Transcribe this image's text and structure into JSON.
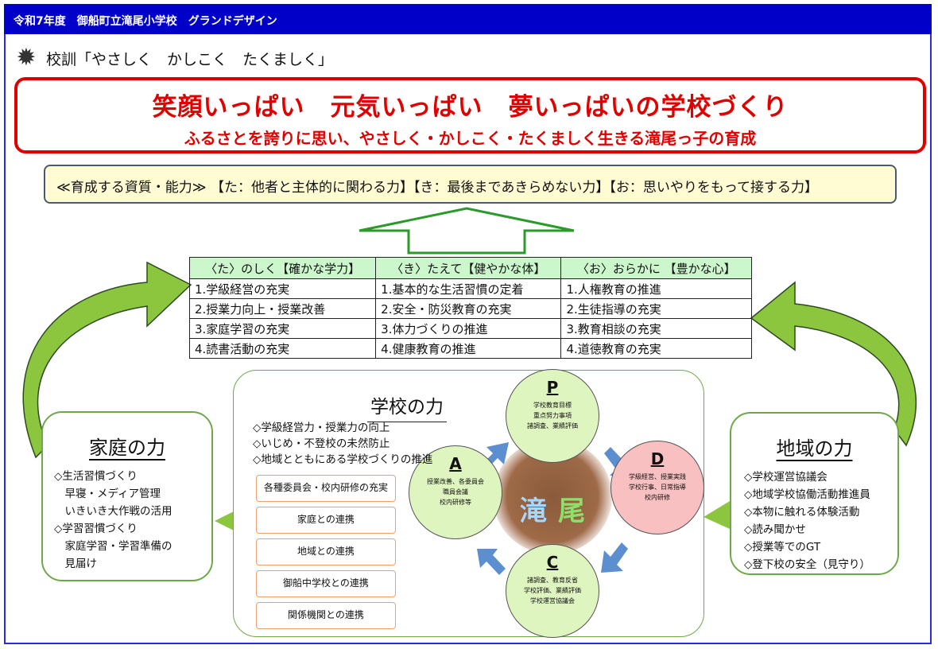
{
  "header": {
    "title": "令和7年度　御船町立滝尾小学校　グランドデザイン"
  },
  "motto": {
    "icon": "school-emblem",
    "text": "校訓「やさしく　かしこく　たくましく」"
  },
  "vision": {
    "title": "笑顔いっぱい　元気いっぱい　夢いっぱいの学校づくり",
    "subtitle": "ふるさとを誇りに思い、やさしく・かしこく・たくましく生きる滝尾っ子の育成"
  },
  "qualities": "≪育成する資質・能力≫ 【た：他者と主体的に関わる力】【き：最後まであきらめない力】【お：思いやりをもって接する力】",
  "table": {
    "headers": [
      "〈た〉のしく【確かな学力】",
      "〈き〉たえて【健やかな体】",
      "〈お〉おらかに 【豊かな心】"
    ],
    "rows": [
      [
        "1.学級経営の充実",
        "1.基本的な生活習慣の定着",
        "1.人権教育の推進"
      ],
      [
        "2.授業力向上・授業改善",
        "2.安全・防災教育の充実",
        "2.生徒指導の充実"
      ],
      [
        "3.家庭学習の充実",
        "3.体力づくりの推進",
        "3.教育相談の充実"
      ],
      [
        "4.読書活動の充実",
        "4.健康教育の推進",
        "4.道徳教育の充実"
      ]
    ]
  },
  "home": {
    "title": "家庭の力",
    "items": [
      "◇生活習慣づくり",
      "　早寝・メディア管理",
      "　いきいき大作戦の活用",
      "◇学習習慣づくり",
      "　家庭学習・学習準備の",
      "　見届け"
    ]
  },
  "region": {
    "title": "地域の力",
    "items": [
      "◇学校運営協議会",
      "◇地域学校協働活動推進員",
      "◇本物に触れる体験活動",
      "◇読み聞かせ",
      "◇授業等でのGT",
      "◇登下校の安全（見守り）"
    ]
  },
  "school": {
    "title": "学校の力",
    "items": [
      "◇学級経営力・授業力の向上",
      "◇いじめ・不登校の未然防止",
      "◇地域とともにある学校づくりの推進"
    ],
    "buttons": [
      "各種委員会・校内研修の充実",
      "家庭との連携",
      "地域との連携",
      "御船中学校との連携",
      "関係機関との連携"
    ]
  },
  "pdca": {
    "P": {
      "letter": "P",
      "lines": [
        "学校教育目標",
        "重点努力事項",
        "諸調査、業績評価"
      ]
    },
    "D": {
      "letter": "D",
      "lines": [
        "学級経営、授業実践",
        "学校行事、日常指導",
        "校内研修"
      ]
    },
    "C": {
      "letter": "C",
      "lines": [
        "諸調査、教育反省",
        "学校評価、業績評価",
        "学校運営協議会"
      ]
    },
    "A": {
      "letter": "A",
      "lines": [
        "授業改善、各委員会",
        "職員会議",
        "校内研修等"
      ]
    }
  },
  "photo": {
    "chars": [
      "滝",
      "尾"
    ]
  },
  "colors": {
    "header": "#0000c8",
    "red": "#e00000",
    "green": "#8cc63f",
    "pink": "#f8c0c0",
    "circle": "#dff5c0"
  }
}
